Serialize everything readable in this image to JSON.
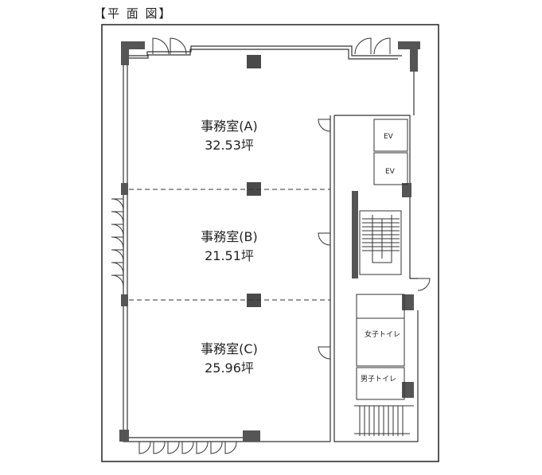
{
  "title": "【平 面 図】",
  "rooms": [
    {
      "name": "事務室(A)",
      "area": "32.53坪"
    },
    {
      "name": "事務室(B)",
      "area": "21.51坪"
    },
    {
      "name": "事務室(C)",
      "area": "25.96坪"
    }
  ],
  "core": {
    "ev1": "EV",
    "ev2": "EV",
    "womens_toilet": "女子トイレ",
    "mens_toilet": "男子トイレ"
  },
  "colors": {
    "wall": "#555555",
    "column": "#4a4a4a",
    "line": "#222222"
  }
}
